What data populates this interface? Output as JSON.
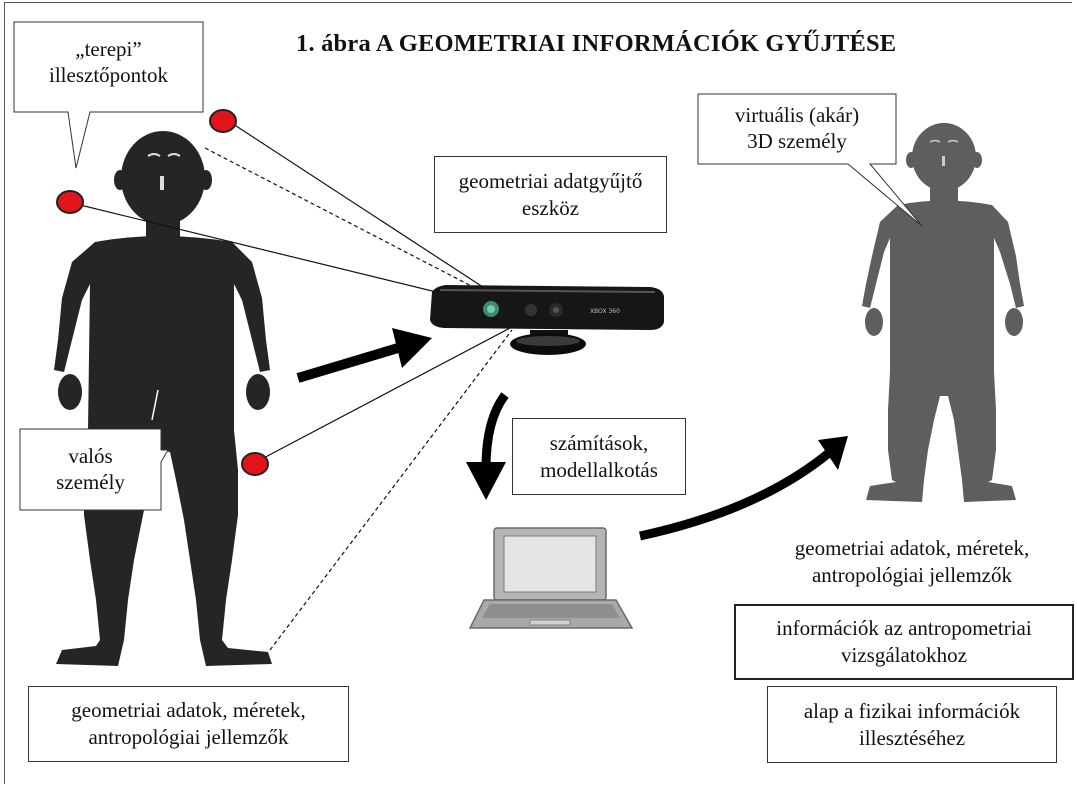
{
  "title": "1. ábra  A GEOMETRIAI INFORMÁCIÓK GYŰJTÉSE",
  "labels": {
    "field_points": [
      "„terepi”",
      "illesztőpontok"
    ],
    "real_person": [
      "valós",
      "személy"
    ],
    "device": [
      "geometriai adatgyűjtő",
      "eszköz"
    ],
    "calculations": [
      "számítások,",
      "modellalkotás"
    ],
    "virtual_person": [
      "virtuális (akár)",
      "3D személy"
    ],
    "left_data": [
      "geometriai adatok, méretek,",
      "antropológiai jellemzők"
    ],
    "right_data": [
      "geometriai adatok, méretek,",
      "antropológiai jellemzők"
    ],
    "anthropometric": [
      "információk az antropometriai",
      "vizsgálatokhoz"
    ],
    "physical_basis": [
      "alap a fizikai információk",
      "illesztéséhez"
    ]
  },
  "device_text": "XBOX 360",
  "colors": {
    "real_person": "#252525",
    "virtual_person": "#5e5e5e",
    "marker": "#e0141a",
    "arrow": "#000000",
    "laptop": "#a8a8a8"
  }
}
